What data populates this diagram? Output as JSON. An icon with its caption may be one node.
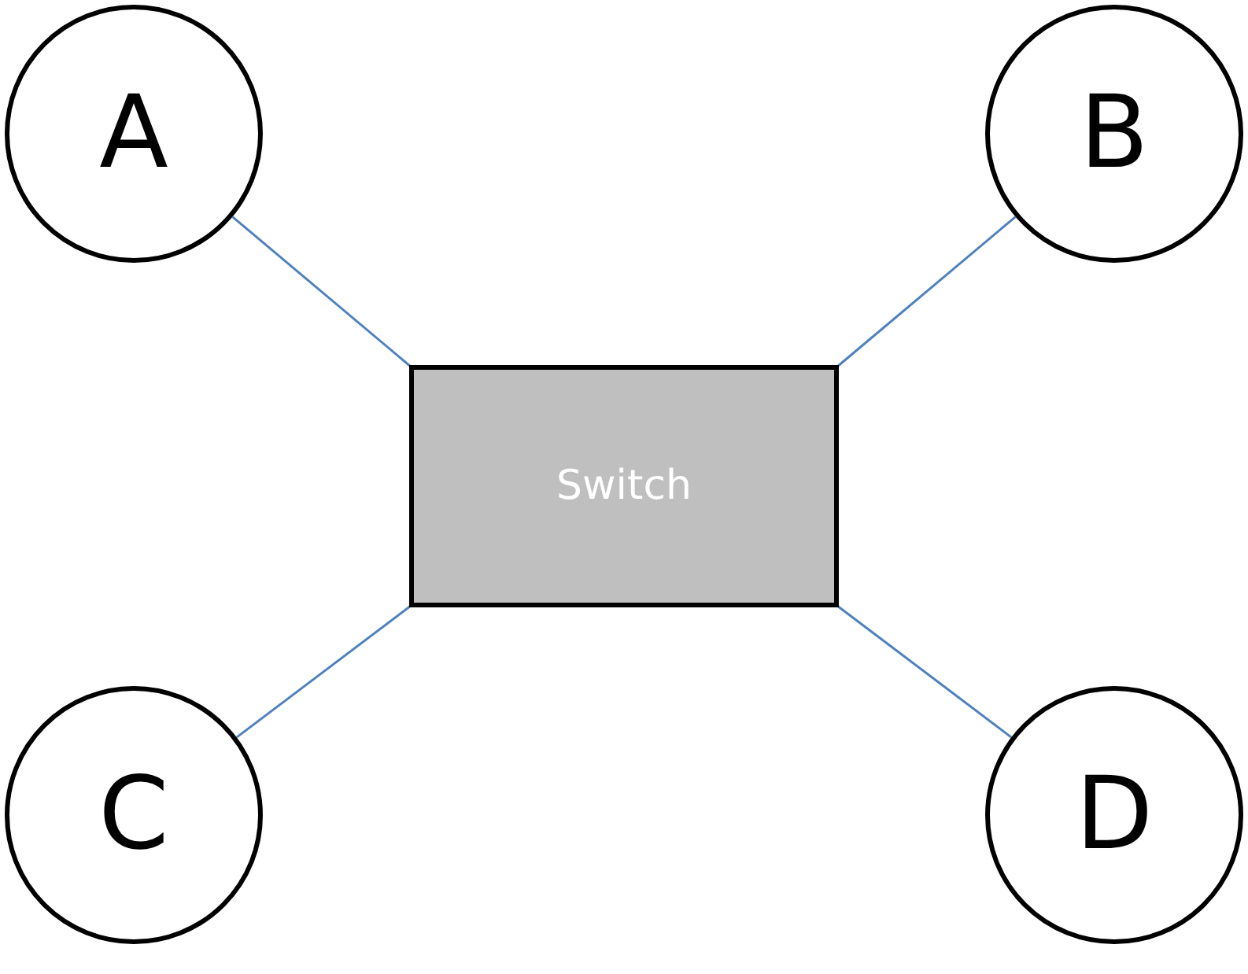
{
  "diagram": {
    "nodes": [
      {
        "text": [
          "A"
        ]
      },
      {
        "text": [
          "B"
        ]
      },
      {
        "text": [
          "Switch"
        ]
      },
      {
        "text": [
          "C"
        ]
      },
      {
        "text": [
          "D"
        ]
      }
    ],
    "edges": [
      {
        "from": 0,
        "to": 2,
        "arrow": "none"
      },
      {
        "from": 1,
        "to": 2,
        "arrow": "none"
      },
      {
        "from": 2,
        "to": 3,
        "arrow": "none"
      },
      {
        "from": 2,
        "to": 4,
        "arrow": "none"
      }
    ]
  }
}
